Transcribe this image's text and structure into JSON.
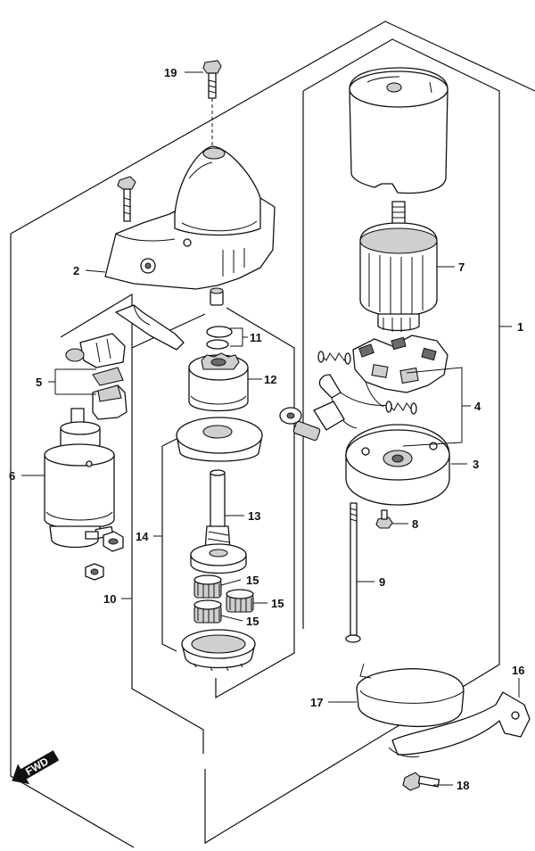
{
  "callouts": [
    {
      "id": "c1",
      "text": "1"
    },
    {
      "id": "c2",
      "text": "2"
    },
    {
      "id": "c3",
      "text": "3"
    },
    {
      "id": "c4",
      "text": "4"
    },
    {
      "id": "c5",
      "text": "5"
    },
    {
      "id": "c6",
      "text": "6"
    },
    {
      "id": "c7",
      "text": "7"
    },
    {
      "id": "c8",
      "text": "8"
    },
    {
      "id": "c9",
      "text": "9"
    },
    {
      "id": "c10",
      "text": "10"
    },
    {
      "id": "c11",
      "text": "11"
    },
    {
      "id": "c12",
      "text": "12"
    },
    {
      "id": "c13",
      "text": "13"
    },
    {
      "id": "c14",
      "text": "14"
    },
    {
      "id": "c15a",
      "text": "15"
    },
    {
      "id": "c15b",
      "text": "15"
    },
    {
      "id": "c15c",
      "text": "15"
    },
    {
      "id": "c16",
      "text": "16"
    },
    {
      "id": "c17",
      "text": "17"
    },
    {
      "id": "c18",
      "text": "18"
    },
    {
      "id": "c19",
      "text": "19"
    }
  ],
  "fwd_indicator": {
    "text": "FWD"
  }
}
